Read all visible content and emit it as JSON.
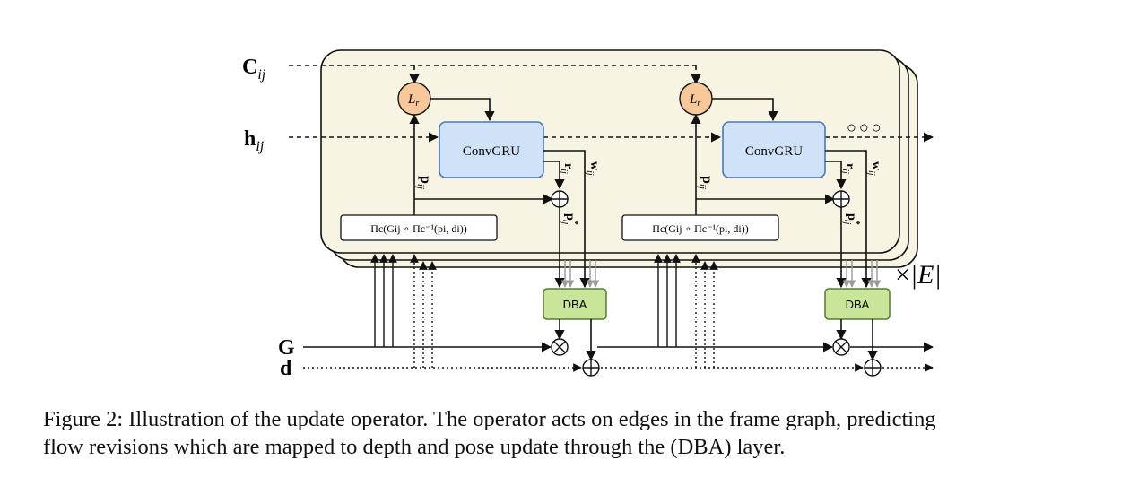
{
  "inputs": {
    "c": {
      "main": "C",
      "sub": "ij"
    },
    "h": {
      "main": "h",
      "sub": "ij"
    },
    "g": "G",
    "d": "d"
  },
  "blocks": {
    "lookup": {
      "main": "L",
      "sub": "r"
    },
    "convgru": "ConvGRU",
    "dba": "DBA",
    "projection": "Πc(Gij ∘ Πc⁻¹(pi, di))"
  },
  "signals": {
    "p": {
      "main": "p",
      "sub": "ij"
    },
    "r": {
      "main": "r",
      "sub": "ij"
    },
    "w": {
      "main": "w",
      "sub": "ij"
    },
    "pstar": {
      "main": "p",
      "sup": "*",
      "sub": "ij"
    }
  },
  "repeat": {
    "prefix": "×",
    "value": "|E|"
  },
  "continuation": "○○○",
  "colors": {
    "panel_fill": "#f8f4e3",
    "lookup_fill": "#f8c79a",
    "convgru_fill": "#cfe2f7",
    "convgru_stroke": "#4a78b8",
    "dba_fill": "#c8e59a",
    "dba_stroke": "#557a33",
    "line": "#111111",
    "gray_line": "#9a9a9a"
  },
  "caption": {
    "line1": "Figure 2: Illustration of the update operator. The operator acts on edges in the frame graph, predicting",
    "line2": "flow revisions which are mapped to depth and pose update through the (DBA) layer."
  }
}
